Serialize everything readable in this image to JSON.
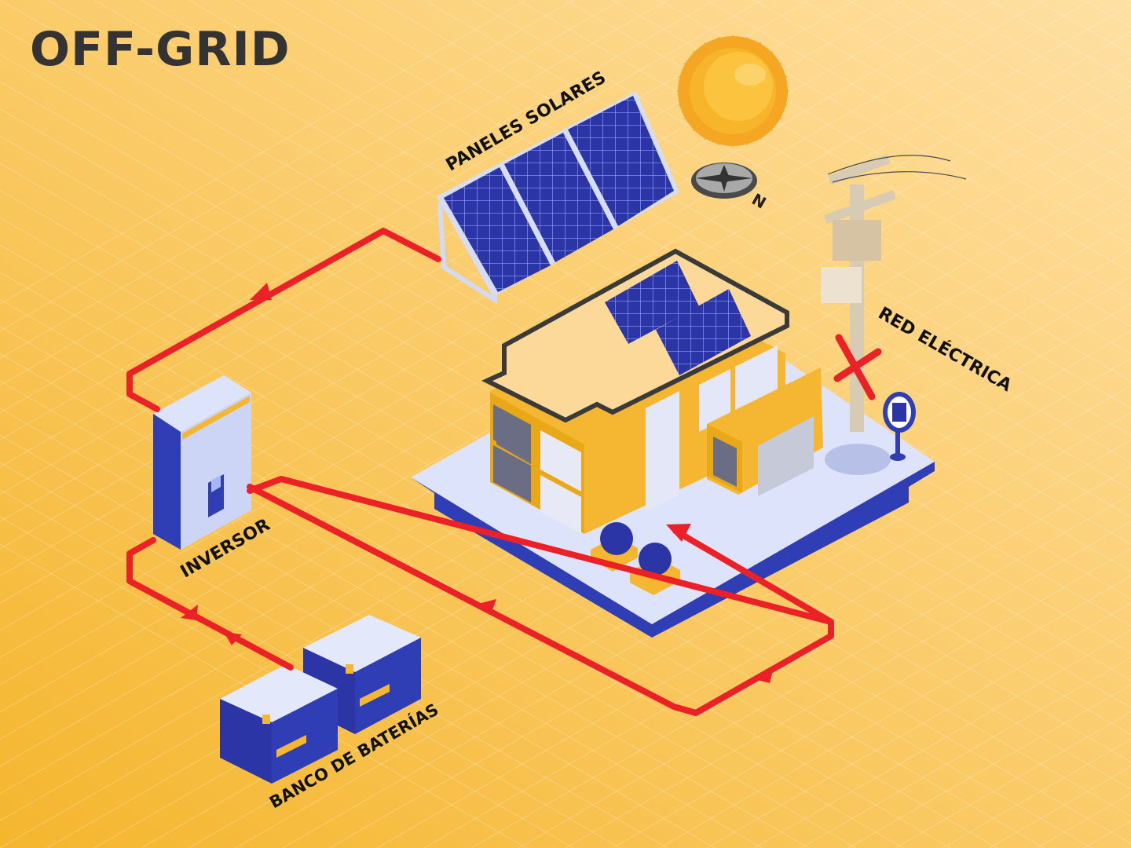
{
  "title": "OFF-GRID",
  "labels": {
    "paneles": "PANELES SOLARES",
    "red": "RED ELÉCTRICA",
    "inversor": "INVERSOR",
    "banco": "BANCO DE BATERÍAS",
    "north": "N"
  },
  "colors": {
    "background_start": "#f5b62e",
    "background_end": "#ffe0a3",
    "flow_line": "#ec2128",
    "panel_blue": "#2b35a6",
    "house_yellow": "#f5b731",
    "platform": "#dce3fb",
    "title": "#333333"
  },
  "icons": [
    "sun-icon",
    "compass-icon",
    "utility-pole-icon",
    "no-grid-cross-icon",
    "solar-panel-icon",
    "inverter-icon",
    "battery-icon",
    "house-icon",
    "ev-charger-icon",
    "shrub-icon"
  ]
}
